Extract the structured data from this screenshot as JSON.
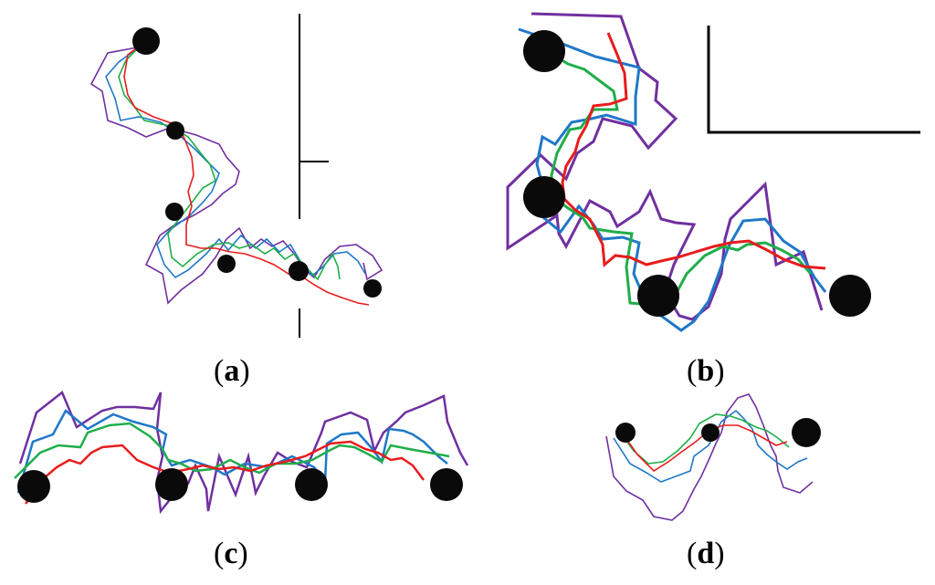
{
  "colors": {
    "purple": "#7030a0",
    "blue": "#1f78c8",
    "green": "#1fae4a",
    "red": "#e81c1c",
    "node": "#0a0a0a",
    "axis": "#000000"
  },
  "panels": [
    {
      "id": "a",
      "label": "a"
    },
    {
      "id": "b",
      "label": "b"
    },
    {
      "id": "c",
      "label": "c"
    },
    {
      "id": "d",
      "label": "d"
    }
  ]
}
